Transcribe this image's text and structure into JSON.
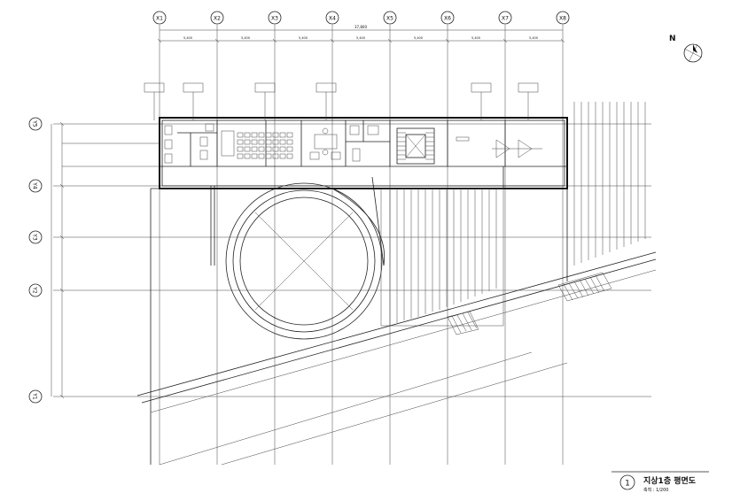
{
  "title_block": {
    "number": "1",
    "title": "지상1층 평면도",
    "scale": "축척 : 1/200"
  },
  "column_grid": [
    "X1",
    "X2",
    "X3",
    "X4",
    "X5",
    "X6",
    "X7",
    "X8"
  ],
  "row_grid": [
    "Y5",
    "Y4",
    "Y3",
    "Y2",
    "Y1"
  ],
  "overall_dimension": "37,800",
  "bay_dimensions": [
    "5,400",
    "5,400",
    "5,400",
    "5,400",
    "5,400",
    "5,400",
    "5,400"
  ],
  "compass": {
    "north_label": "N"
  }
}
